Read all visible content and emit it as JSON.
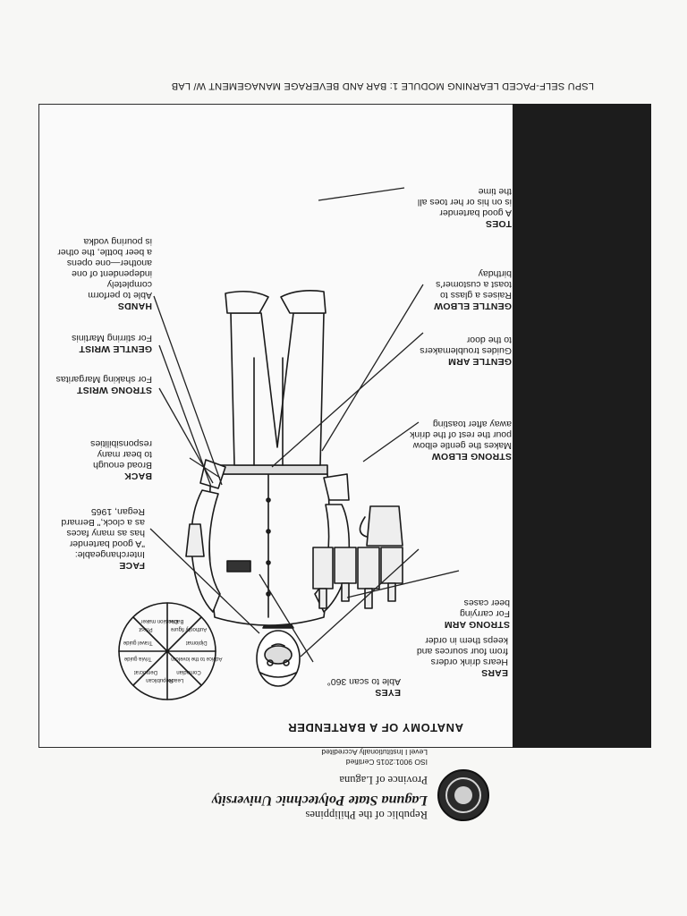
{
  "header": {
    "republic": "Republic of the Philippines",
    "university": "Laguna State Polytechnic University",
    "province": "Province of Laguna",
    "iso": "ISO 9001:2015 Certified",
    "level": "Level I Institutionally Accredited"
  },
  "title": "ANATOMY OF A BARTENDER",
  "footer": "LSPU SELF-PACED LEARNING MODULE 1: BAR AND BEVERAGE MANAGEMENT W/ LAB",
  "labels": {
    "eyes": {
      "heading": "EYES",
      "text": "Able to scan 360°"
    },
    "ears": {
      "heading": "EARS",
      "text": "Hears drink orders\nfrom four sources and\nkeeps them in order"
    },
    "face": {
      "heading": "FACE",
      "text": "Interchangeable:\n\"A good bartender\nhas as many faces\nas a clock,\" Bernard\nRegan, 1965"
    },
    "strong_arm": {
      "heading": "STRONG ARM",
      "text": "For carrying\nbeer cases"
    },
    "back": {
      "heading": "BACK",
      "text": "Broad enough\nto bear many\nresponsibilities"
    },
    "strong_elbow": {
      "heading": "STRONG ELBOW",
      "text": "Makes the gentle elbow\npour the rest of the drink\naway after toasting"
    },
    "strong_wrist": {
      "heading": "STRONG WRIST",
      "text": "For shaking Margaritas"
    },
    "gentle_arm": {
      "heading": "GENTLE ARM",
      "text": "Guides troublemakers\nto the door"
    },
    "gentle_wrist": {
      "heading": "GENTLE WRIST",
      "text": "For stirring Martinis"
    },
    "gentle_elbow": {
      "heading": "GENTLE ELBOW",
      "text": "Raises a glass to\ntoast a customer's\nbirthday"
    },
    "hands": {
      "heading": "HANDS",
      "text": "Able to perform\ncompletely\nindependent of one\nanother—one opens\na beer bottle, the other\nis pouring vodka"
    },
    "toes": {
      "heading": "TOES",
      "text": "A good bartender\nis on his or her toes all\nthe time"
    }
  },
  "faces": [
    "Republican",
    "Democrat",
    "Trivia guide",
    "Travel guide",
    "Priest",
    "Decision maker",
    "Banker",
    "Authority figure",
    "Diplomat",
    "Advice to the lovelorn",
    "Comedian",
    "Leader"
  ]
}
